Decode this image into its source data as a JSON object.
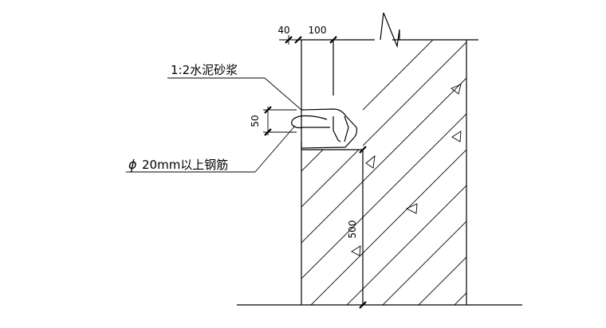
{
  "labels": {
    "mortar": "1:2水泥砂浆",
    "rebar": "20mm以上钢筋",
    "rebar_symbol": "ϕ"
  },
  "dimensions": {
    "width_left": "40",
    "width_right": "100",
    "height_small": "50",
    "height_large": "500"
  }
}
